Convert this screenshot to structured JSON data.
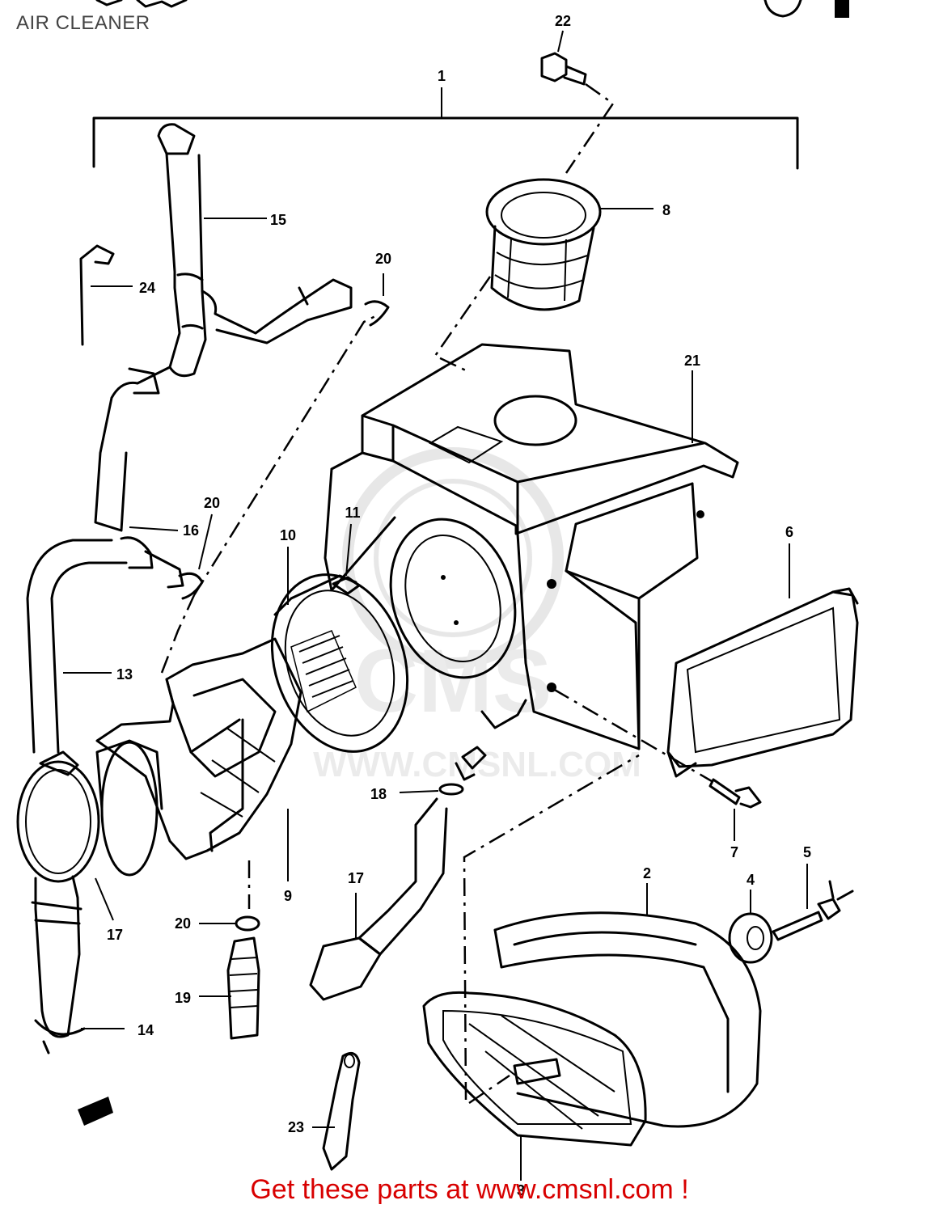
{
  "title": "AIR CLEANER",
  "cta": {
    "prefix": "Get these parts at ",
    "link": "www.cmsnl.com",
    "suffix": " !"
  },
  "watermark": {
    "logo_text": "CMS",
    "site": "WWW.CMSNL.COM"
  },
  "callouts": [
    "1",
    "2",
    "3",
    "4",
    "5",
    "6",
    "7",
    "8",
    "9",
    "10",
    "11",
    "13",
    "14",
    "15",
    "16",
    "17",
    "17",
    "18",
    "19",
    "20",
    "20",
    "20",
    "21",
    "22",
    "23",
    "24"
  ],
  "colors": {
    "lines": "#000000",
    "cta": "#d80000",
    "title": "#444444",
    "watermark": "#cfcfcf"
  }
}
